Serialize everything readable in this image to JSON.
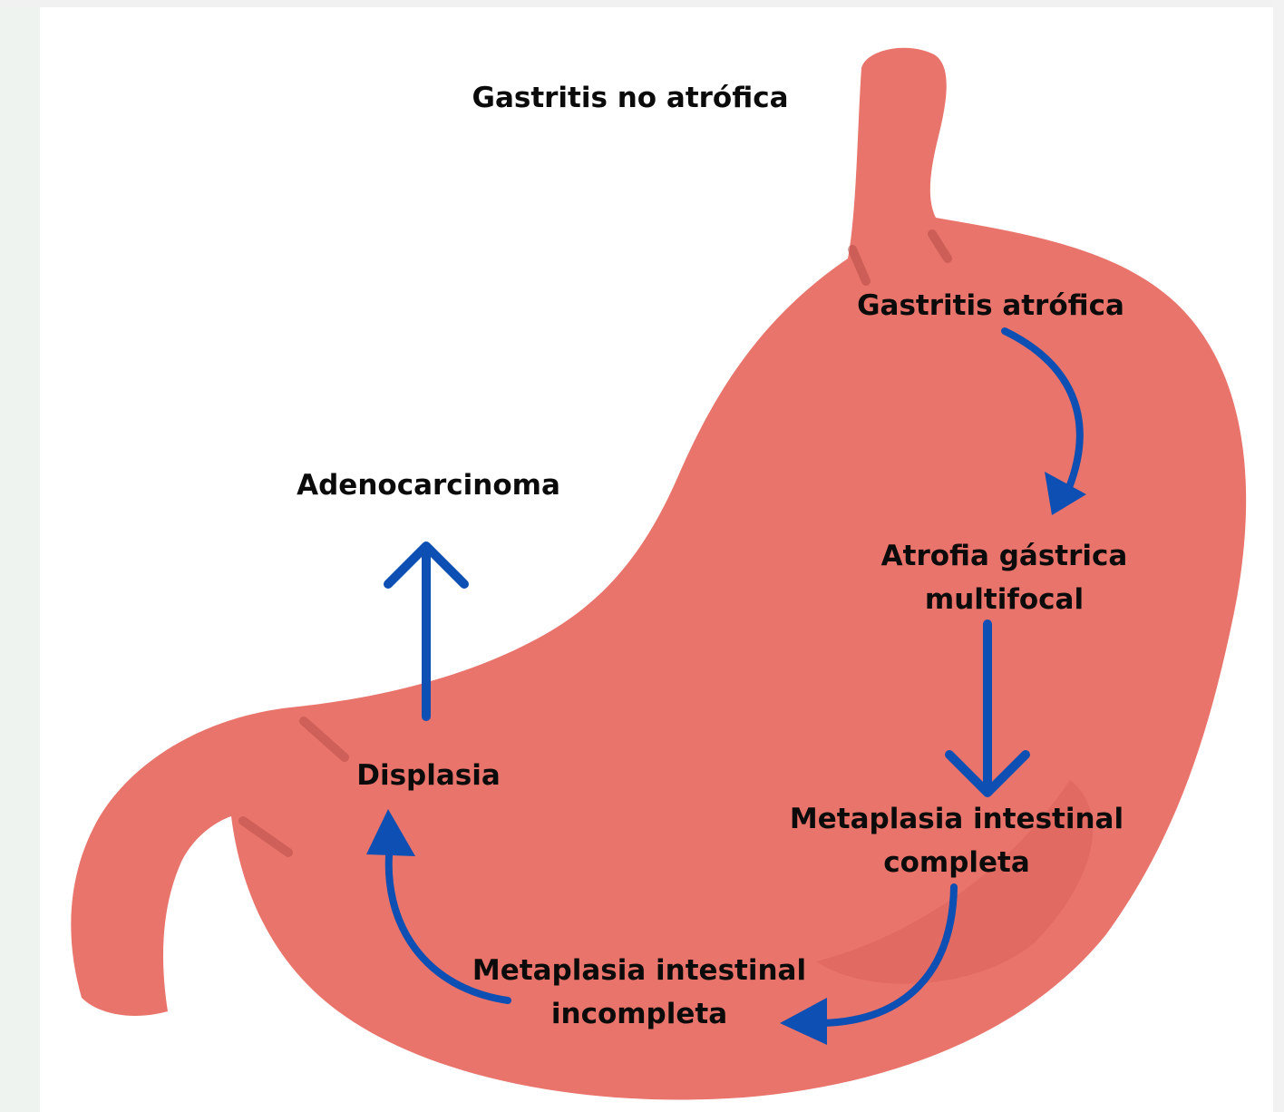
{
  "diagram": {
    "colors": {
      "stomach": "#e9746b",
      "stomach_shadow": "#d45a53",
      "arrow": "#0d4fb3",
      "text": "#0b0b0b",
      "background": "#ffffff"
    },
    "stages": {
      "non_atrophic": "Gastritis no atrófica",
      "atrophic": "Gastritis atrófica",
      "multifocal_atrophy": [
        "Atrofia gástrica",
        "multifocal"
      ],
      "complete_metaplasia": [
        "Metaplasia intestinal",
        "completa"
      ],
      "incomplete_metaplasia": [
        "Metaplasia intestinal",
        "incompleta"
      ],
      "dysplasia": "Displasia",
      "adenocarcinoma": "Adenocarcinoma"
    }
  }
}
